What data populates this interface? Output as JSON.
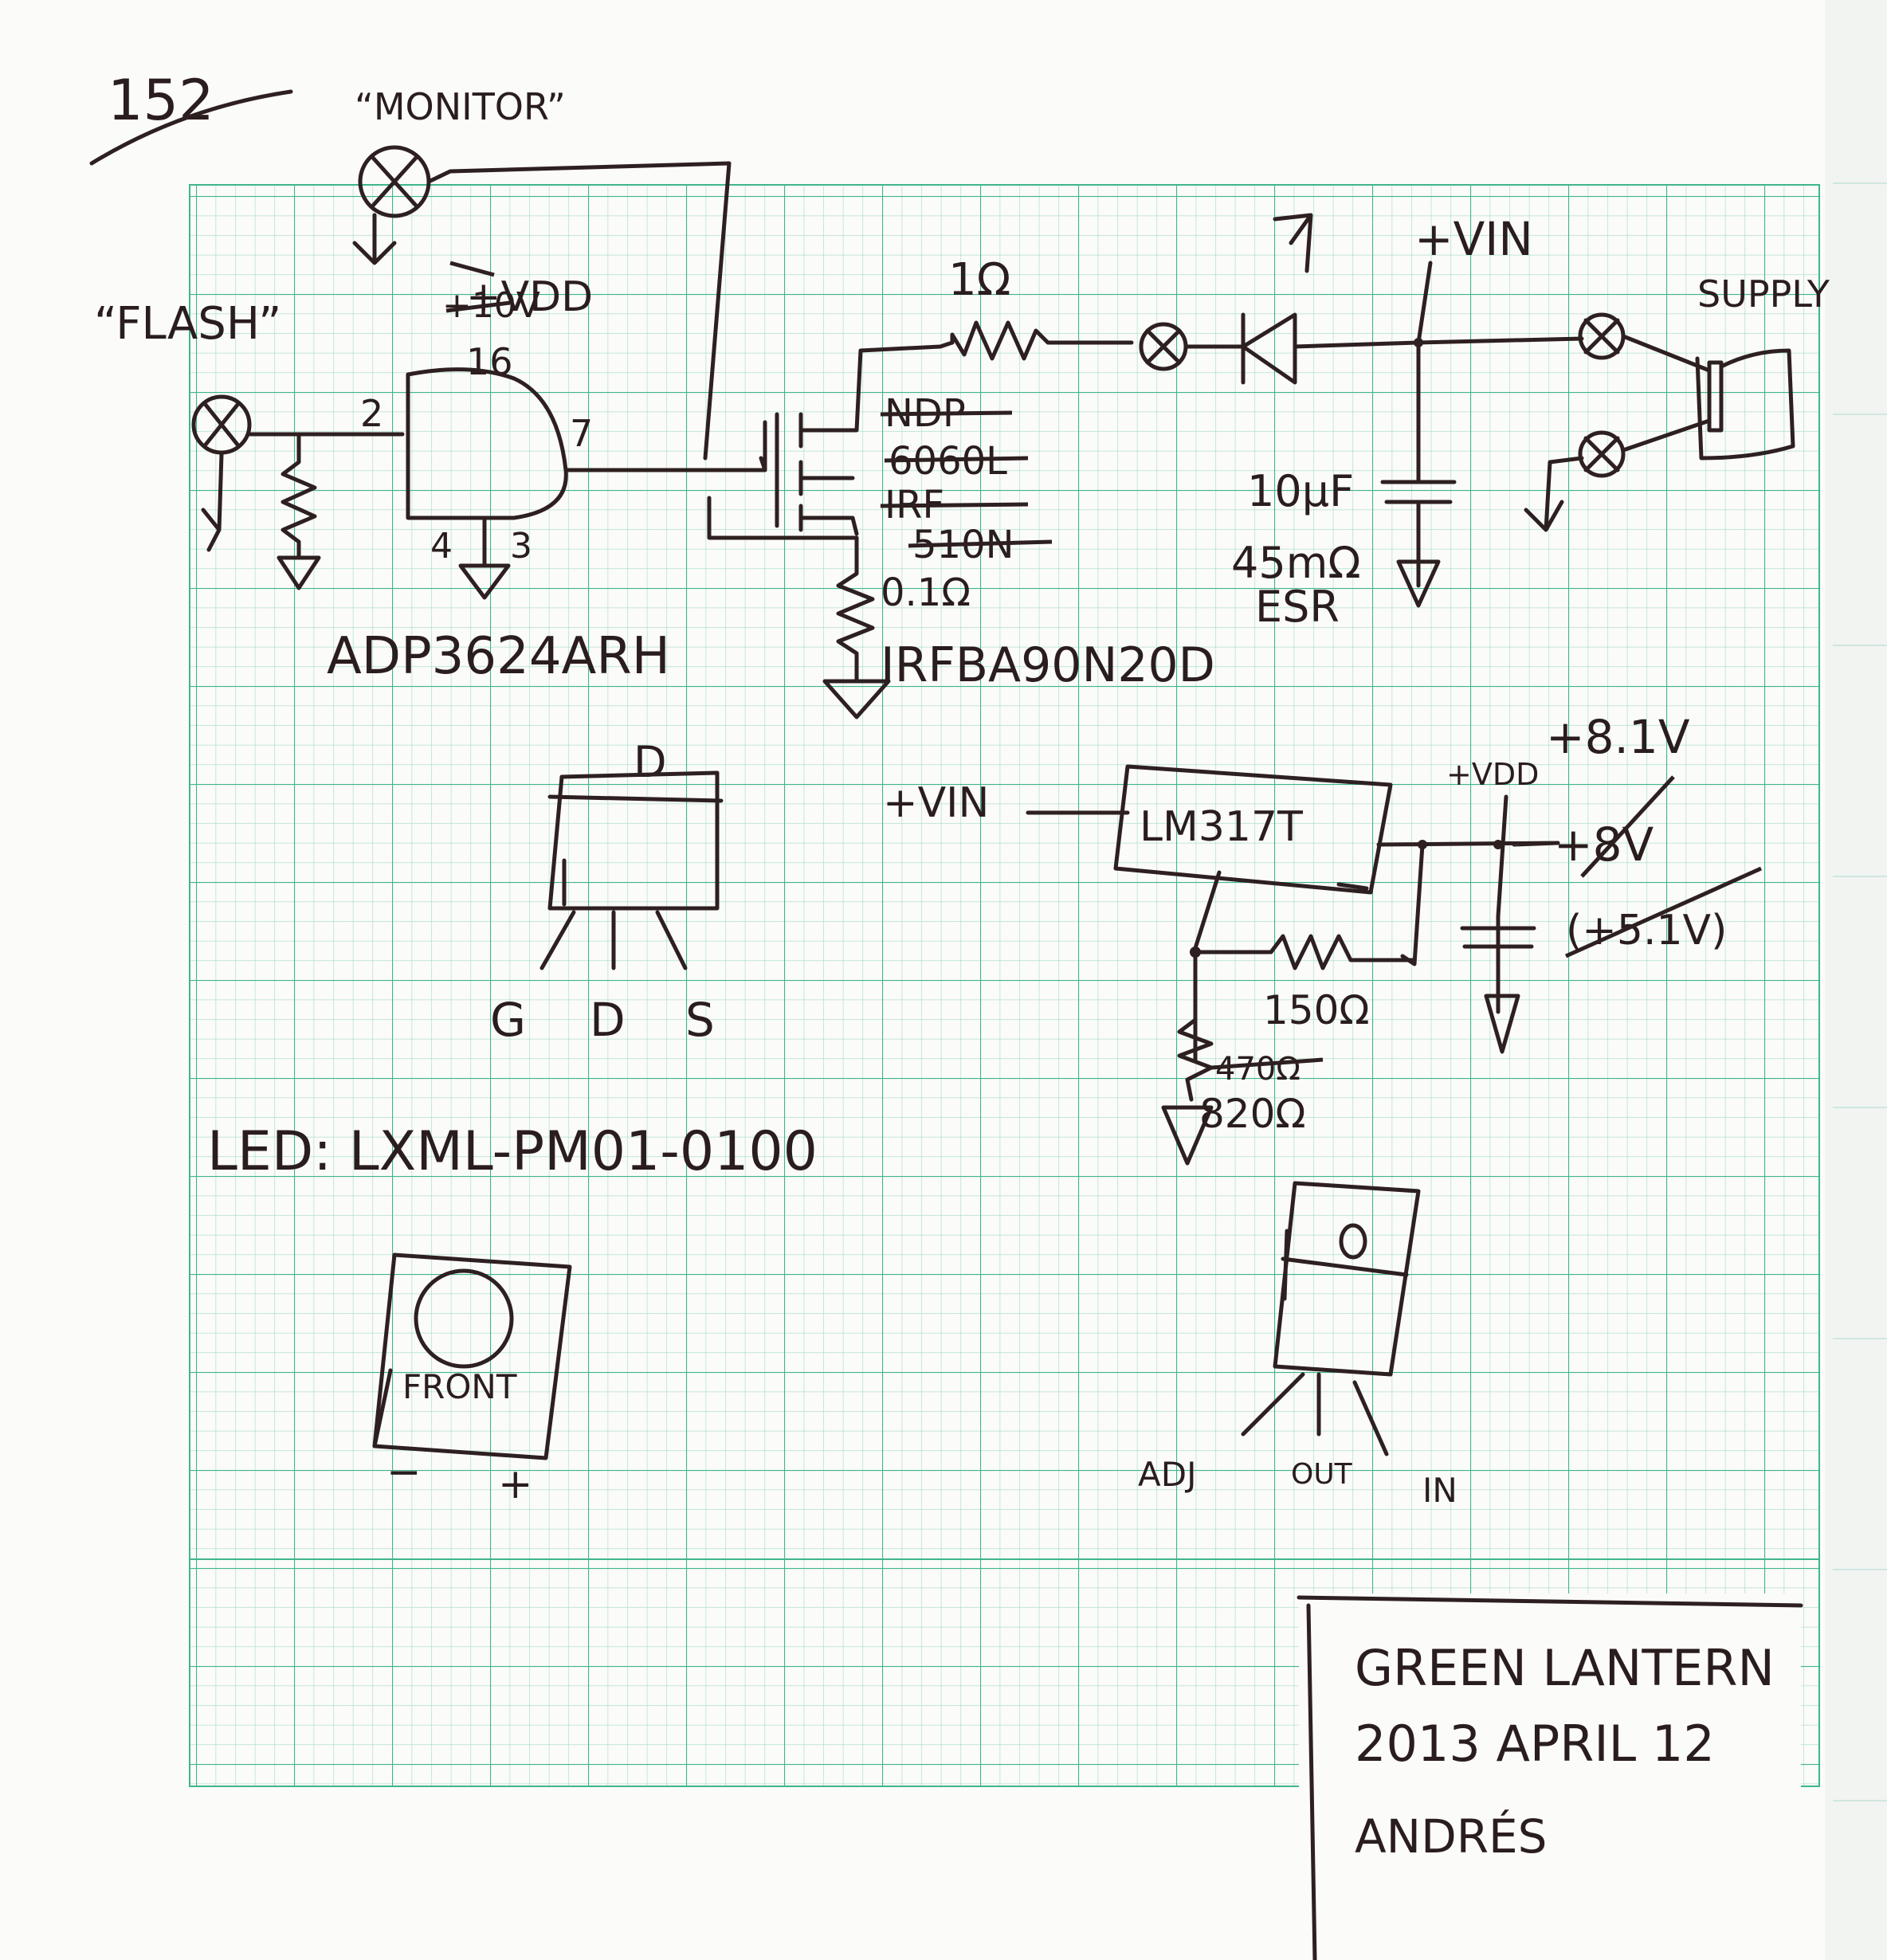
{
  "page": {
    "number": "152",
    "colors": {
      "paper": "#fbfbf9",
      "grid_minor": "#8fd6b8",
      "grid_major": "#3fb68a",
      "ink": "#2e2020",
      "ruled": "#cfe6e0"
    }
  },
  "labels": {
    "monitor": "“MONITOR”",
    "flash": "“FLASH”",
    "vdd_top": "+VDD",
    "vdd_strike": "+10V",
    "pin16": "16",
    "pin2": "2",
    "pin7": "7",
    "pin4": "4",
    "pin3": "3",
    "driver_ic": "ADP3624ARH",
    "res_1ohm": "1Ω",
    "mosfet_struck_1": "NDP",
    "mosfet_struck_2": "6060L",
    "mosfet_struck_3": "IRF",
    "mosfet_struck_4": "510N",
    "res_sense": "0.1Ω",
    "mosfet": "IRFBA90N20D",
    "vin_top": "+VIN",
    "supply": "SUPPLY",
    "cap_value": "10μF",
    "cap_esr_value": "45mΩ",
    "cap_esr_label": "ESR",
    "pkg_d_top": "D",
    "pkg_g": "G",
    "pkg_d": "D",
    "pkg_s": "S",
    "vin_reg": "+VIN",
    "regulator": "LM317T",
    "vdd_reg": "+VDD",
    "v_out": "+8.1V",
    "v_struck": "+8V",
    "v_struck_2": "(+5.1V)",
    "res_150": "150Ω",
    "res_820_struck": "470Ω",
    "res_820": "820Ω",
    "led": "LED: LXML-PM01-0100",
    "led_front": "FRONT",
    "led_minus": "−",
    "led_plus": "+",
    "reg_pin_adj": "ADJ",
    "reg_pin_out": "OUT",
    "reg_pin_in": "IN"
  },
  "signature": {
    "line1": "GREEN LANTERN",
    "line2": "2013 APRIL 12",
    "line3": "ANDRÉS"
  }
}
